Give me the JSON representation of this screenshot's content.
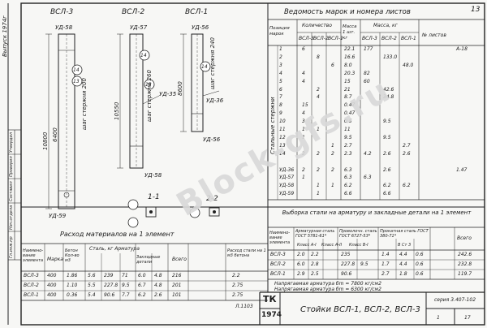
{
  "sheet_no": "13",
  "left_margin": {
    "release": "Выпуск 1974г",
    "stamp_rows": [
      "Утвердил",
      "Проверил",
      "Составил",
      "Нач.отдела",
      "Гл.инж.пр"
    ]
  },
  "drawing": {
    "column_titles": [
      "ВСЛ-3",
      "ВСЛ-2",
      "ВСЛ-1"
    ],
    "callouts": [
      "14",
      "13",
      "14",
      "13",
      "14"
    ],
    "section_titles": [
      "1-1",
      "2-2"
    ],
    "labels": [
      "УД-58",
      "УД-57",
      "УД-56",
      "УД-36",
      "УД-35",
      "УД-59",
      "УД-58",
      "УД-56"
    ],
    "dims": [
      "10800",
      "10550",
      "8600",
      "6400"
    ],
    "rebar_notes": [
      "шаг стержня 200",
      "шаг стержня 260",
      "шаг стержня 240"
    ]
  },
  "vedomost": {
    "title": "Ведомость марок и номера листов",
    "headers": {
      "pos": "Позиция марок",
      "qty": "Количество",
      "mass_each": "Масса 1 шт. кг",
      "mass": "Масса, кг",
      "note": "№ листов"
    },
    "subcols": [
      "ВСЛ-3",
      "ВСЛ-2",
      "ВСЛ-1"
    ],
    "group_label": "Стальные стержни",
    "rows": [
      [
        "1",
        "6",
        "",
        "",
        "22.1",
        "177",
        "",
        ""
      ],
      [
        "2",
        "",
        "8",
        "",
        "16.6",
        "",
        "133.0",
        ""
      ],
      [
        "3",
        "",
        "",
        "6",
        "8.0",
        "",
        "",
        "48.0"
      ],
      [
        "4",
        "4",
        "",
        "",
        "20.3",
        "82",
        "",
        ""
      ],
      [
        "5",
        "4",
        "",
        "",
        "15",
        "60",
        "",
        ""
      ],
      [
        "6",
        "",
        "2",
        "",
        "21",
        "",
        "42.6",
        ""
      ],
      [
        "7",
        "",
        "4",
        "",
        "8.7",
        "",
        "34.8",
        ""
      ],
      [
        "8",
        "15",
        "",
        "",
        "0.47",
        "",
        "",
        ""
      ],
      [
        "9",
        "4",
        "",
        "",
        "0.47",
        "",
        "",
        ""
      ],
      [
        "10",
        "3",
        "",
        "",
        "0.5",
        "",
        "9.5",
        ""
      ],
      [
        "11",
        "1",
        "1",
        "",
        "11",
        "",
        "",
        ""
      ],
      [
        "12",
        "1",
        "",
        "",
        "9.5",
        "",
        "9.5",
        ""
      ],
      [
        "13",
        "",
        "",
        "1",
        "2.7",
        "",
        "",
        "2.7"
      ],
      [
        "14",
        "2",
        "2",
        "2",
        "2.3",
        "4.2",
        "2.6",
        "2.6"
      ],
      [
        "",
        "",
        "",
        "",
        "",
        "",
        "",
        ""
      ],
      [
        "УД-36",
        "2",
        "2",
        "2",
        "6.3",
        "",
        "2.6",
        ""
      ],
      [
        "УД-57",
        "1",
        "",
        "",
        "6.3",
        "6.3",
        "",
        ""
      ],
      [
        "УД-58",
        "",
        "1",
        "1",
        "6.2",
        "",
        "6.2",
        "6.2"
      ],
      [
        "УД-59",
        "",
        "1",
        "",
        "6.6",
        "",
        "6.6",
        ""
      ]
    ],
    "notes": [
      "А-18",
      "",
      "",
      "",
      "",
      "",
      "",
      "",
      "",
      "",
      "",
      "",
      "",
      "",
      "",
      "1.47",
      "",
      "",
      ""
    ]
  },
  "rashod": {
    "title": "Расход материалов на 1 элемент",
    "headers": [
      "Наимено-вание элемента",
      "Марка",
      "Бетон Кол-во м3",
      "Сталь, кг Арматура",
      "Закладные детали",
      "Всего",
      "Расход стали на 1 м3 бетона"
    ],
    "rows": [
      [
        "ВСЛ-3",
        "400",
        "1.86",
        "5.6",
        "239",
        "71",
        "6.0",
        "4.8",
        "216",
        "2.2"
      ],
      [
        "ВСЛ-2",
        "400",
        "1.10",
        "5.5",
        "227.8",
        "9.5",
        "6.7",
        "4.8",
        "201",
        "2.75"
      ],
      [
        "ВСЛ-1",
        "400",
        "0.36",
        "5.4",
        "90.6",
        "7.7",
        "6.2",
        "2.6",
        "101",
        "2.75"
      ]
    ],
    "ref": "Л.1103"
  },
  "vyborka": {
    "title": "Выборка стали на арматуру и закладные детали на 1 элемент",
    "headers": [
      "Наимено-вание элемента",
      "Арматурная сталь ГОСТ 5781-61*",
      "Проволочн. сталь ГОСТ 6727-53*",
      "Прокатная сталь ГОСТ 380-71*",
      "Всего"
    ],
    "classes": [
      "Класс А-I",
      "Класс А-II",
      "Класс В-I",
      "В Ст 3"
    ],
    "rows": [
      [
        "ВСЛ-3",
        "2.0",
        "2.2",
        "",
        "235",
        "",
        "1.4",
        "4.4",
        "0.6",
        "242.6"
      ],
      [
        "ВСЛ-2",
        "6.0",
        "2.8",
        "",
        "227.8",
        "9.5",
        "1.7",
        "4.4",
        "0.6",
        "232.8"
      ],
      [
        "ВСЛ-1",
        "2.9",
        "2.5",
        "",
        "90.6",
        "",
        "2.7",
        "1.8",
        "0.6",
        "119.7"
      ]
    ],
    "notes": [
      "Напрягаемая арматура  бm = 7800 кг/см2",
      "Напрягаемая арматура  бm = 6300 кг/см2"
    ]
  },
  "title_block": {
    "code": "ТК",
    "year": "1974",
    "title": "Стойки ВСЛ-1, ВСЛ-2, ВСЛ-3",
    "series": "серия 3.407-102",
    "issue": "1",
    "sheet": "17"
  },
  "watermark": "Block-gfs.ru"
}
